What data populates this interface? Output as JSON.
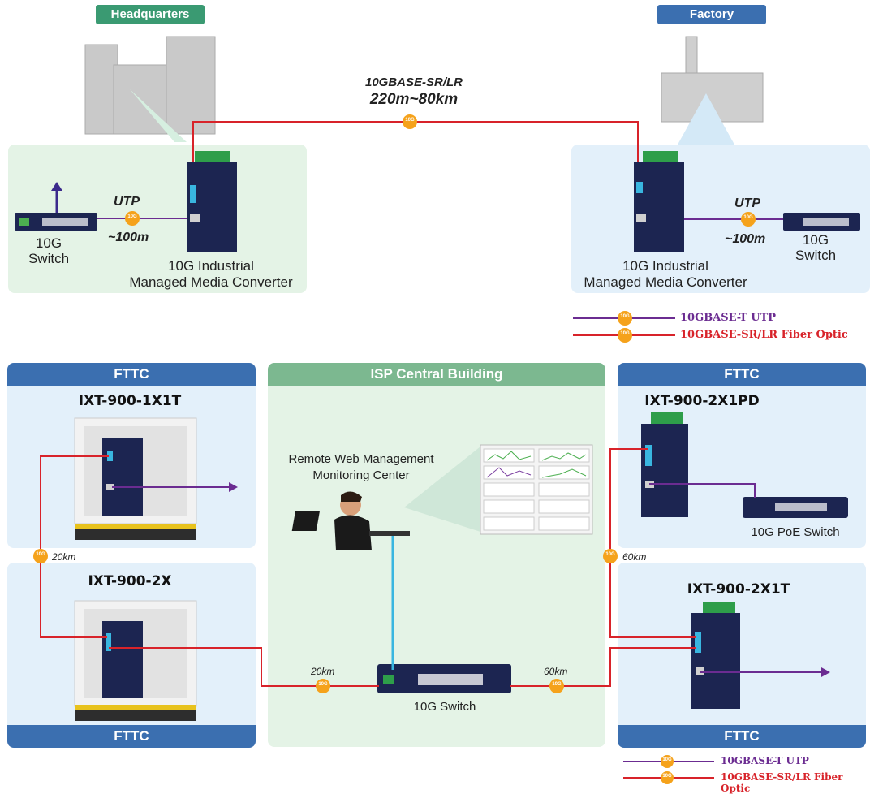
{
  "top": {
    "headquarters_tag": "Headquarters",
    "factory_tag": "Factory",
    "link_standard": "10GBASE-SR/LR",
    "link_distance": "220m~80km",
    "utp_left": "UTP",
    "utp_left_dist": "~100m",
    "utp_right": "UTP",
    "utp_right_dist": "~100m",
    "switch_left_l1": "10G",
    "switch_left_l2": "Switch",
    "switch_right_l1": "10G",
    "switch_right_l2": "Switch",
    "conv_left_l1": "10G Industrial",
    "conv_left_l2": "Managed Media Converter",
    "conv_right_l1": "10G Industrial",
    "conv_right_l2": "Managed Media Converter",
    "badge": "10G"
  },
  "legend_top": {
    "utp": "10GBASE-T UTP",
    "fiber": "10GBASE-SR/LR Fiber Optic"
  },
  "bottom": {
    "fttc_tl": "FTTC",
    "fttc_bl": "FTTC",
    "fttc_tr": "FTTC",
    "fttc_br": "FTTC",
    "isp_header": "ISP Central Building",
    "model_1x1t": "IXT-900-1X1T",
    "model_2x": "IXT-900-2X",
    "model_2x1pd": "IXT-900-2X1PD",
    "model_2x1t": "IXT-900-2X1T",
    "remote_l1": "Remote Web Management",
    "remote_l2": "Monitoring Center",
    "poe_switch": "10G PoE Switch",
    "center_switch": "10G Switch",
    "dist_left_vert": "20km",
    "dist_right_vert": "60km",
    "dist_left_h": "20km",
    "dist_right_h": "60km",
    "badge": "10G"
  },
  "legend_bottom": {
    "utp": "10GBASE-T UTP",
    "fiber": "10GBASE-SR/LR Fiber Optic"
  },
  "colors": {
    "green_tag": "#3a9a72",
    "blue_tag": "#3b6fb0",
    "green_panel": "#e4f3e6",
    "blue_panel": "#e3f0fa",
    "fiber": "#d8232a",
    "utp": "#6b2c91",
    "badge": "#f5a21b",
    "device": "#1c2551",
    "legend_utp_text": "#6b2c91",
    "legend_fiber_text": "#d8232a"
  }
}
